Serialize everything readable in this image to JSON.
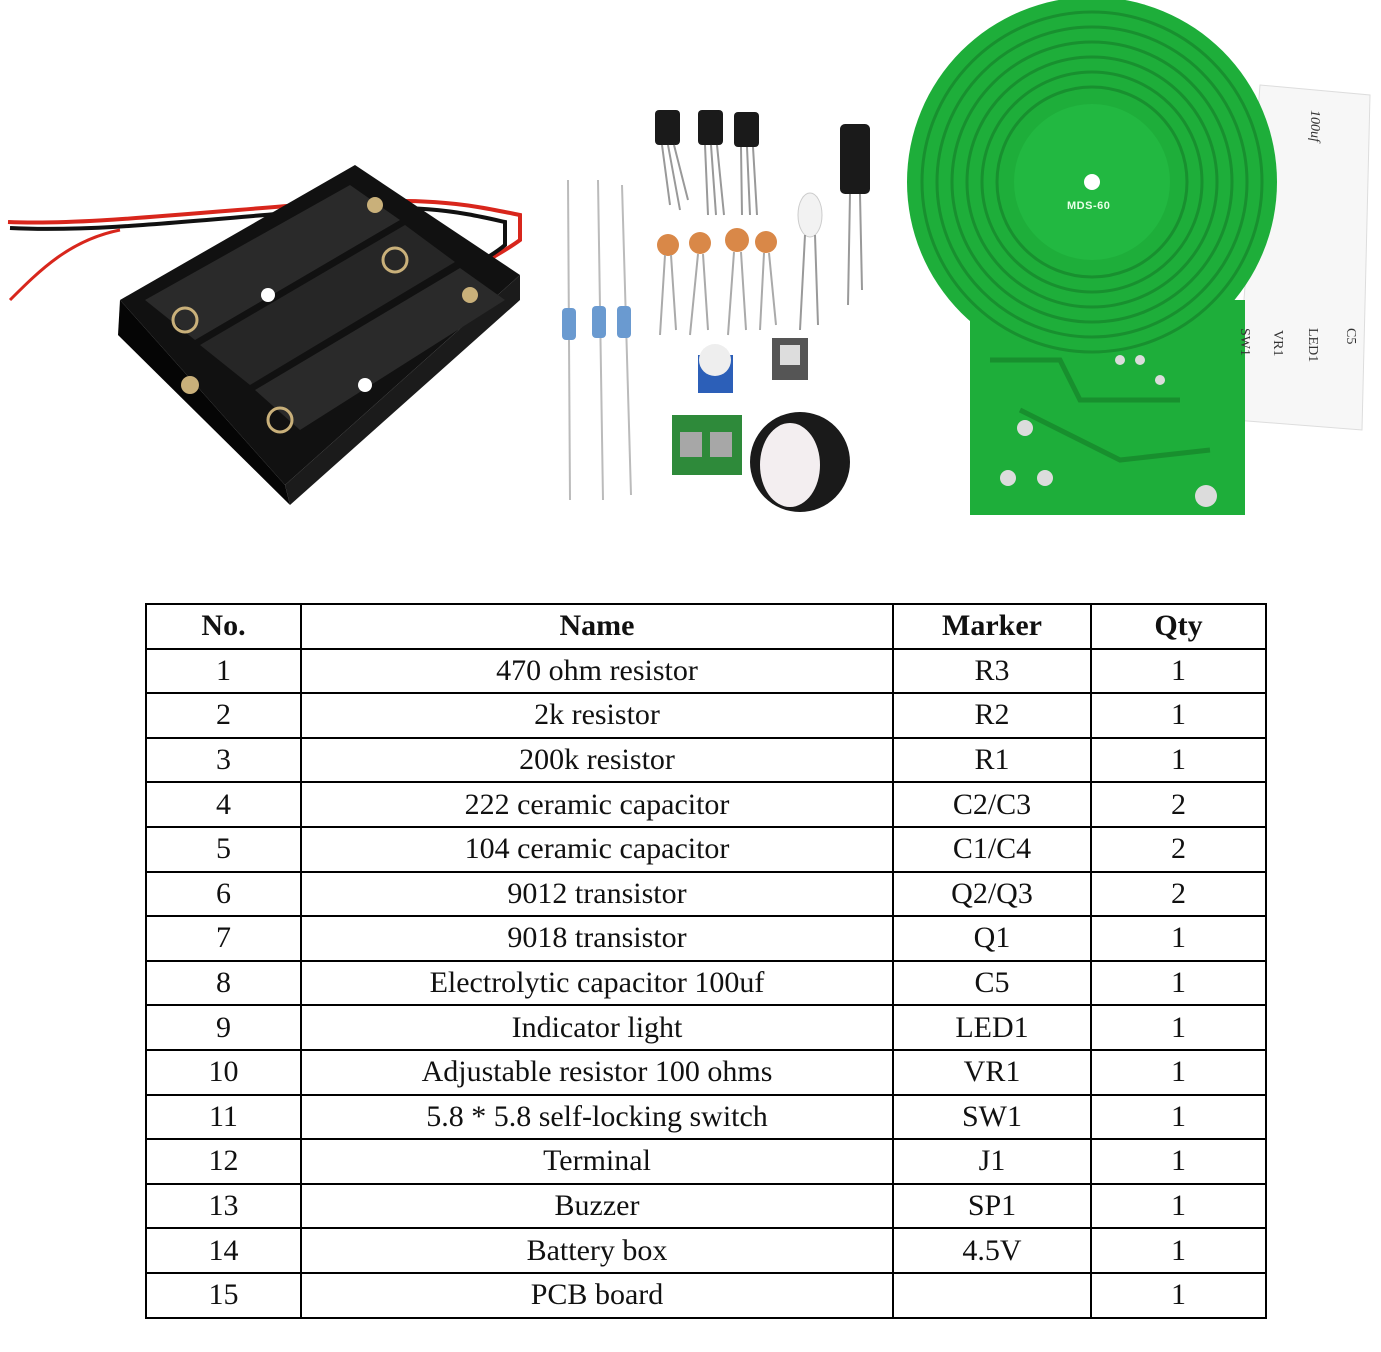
{
  "images": {
    "pcb_silkscreen": "MDS-60",
    "card_labels": [
      "100uf",
      "C5",
      "LED1",
      "VR1",
      "SW1"
    ]
  },
  "table": {
    "headers": [
      "No.",
      "Name",
      "Marker",
      "Qty"
    ],
    "rows": [
      [
        "1",
        "470 ohm resistor",
        "R3",
        "1"
      ],
      [
        "2",
        "2k resistor",
        "R2",
        "1"
      ],
      [
        "3",
        "200k resistor",
        "R1",
        "1"
      ],
      [
        "4",
        "222 ceramic capacitor",
        "C2/C3",
        "2"
      ],
      [
        "5",
        "104 ceramic capacitor",
        "C1/C4",
        "2"
      ],
      [
        "6",
        "9012 transistor",
        "Q2/Q3",
        "2"
      ],
      [
        "7",
        "9018 transistor",
        "Q1",
        "1"
      ],
      [
        "8",
        "Electrolytic capacitor 100uf",
        "C5",
        "1"
      ],
      [
        "9",
        "Indicator light",
        "LED1",
        "1"
      ],
      [
        "10",
        "Adjustable resistor 100 ohms",
        "VR1",
        "1"
      ],
      [
        "11",
        "5.8 * 5.8 self-locking switch",
        "SW1",
        "1"
      ],
      [
        "12",
        "Terminal",
        "J1",
        "1"
      ],
      [
        "13",
        "Buzzer",
        "SP1",
        "1"
      ],
      [
        "14",
        "Battery box",
        "4.5V",
        "1"
      ],
      [
        "15",
        "PCB board",
        "",
        "1"
      ]
    ]
  }
}
